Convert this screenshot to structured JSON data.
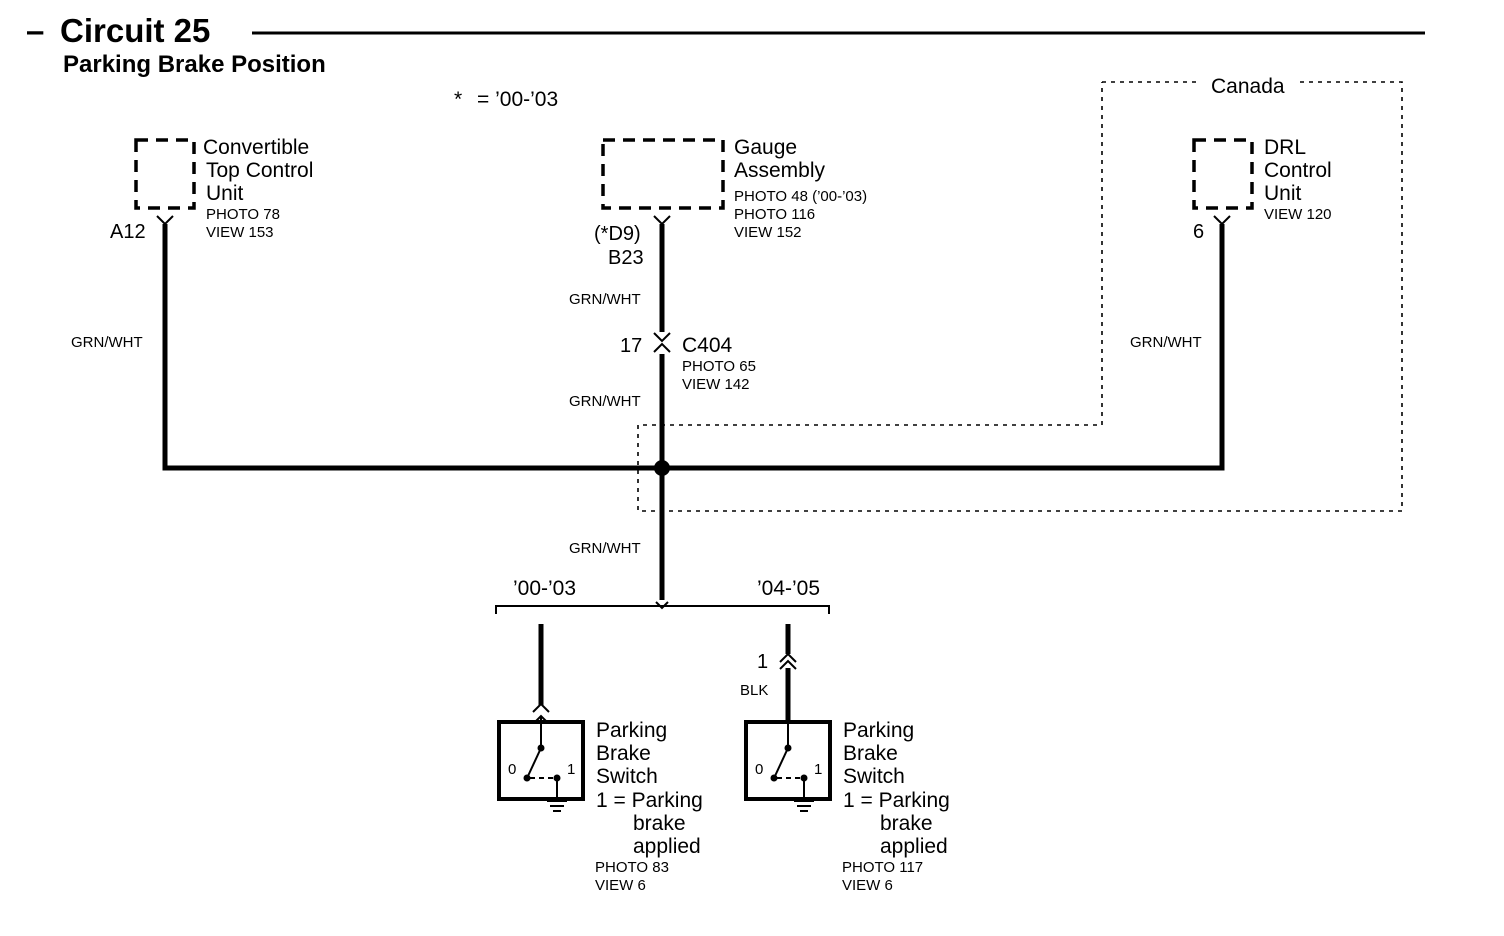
{
  "header": {
    "dash": "–",
    "title": "Circuit 25",
    "subtitle": "Parking Brake Position"
  },
  "note": {
    "star": "*",
    "text": "=  ’00-’03"
  },
  "region": {
    "label": "Canada"
  },
  "components": {
    "convertible": {
      "name_lines": [
        "Convertible",
        "Top Control",
        "Unit"
      ],
      "refs": [
        "PHOTO 78",
        "VIEW 153"
      ],
      "pin": "A12"
    },
    "gauge": {
      "name_lines": [
        "Gauge",
        "Assembly"
      ],
      "refs": [
        "PHOTO 48 (’00-’03)",
        "PHOTO 116",
        "VIEW 152"
      ],
      "pin_alt": "(*D9)",
      "pin": "B23"
    },
    "drl": {
      "name_lines": [
        "DRL",
        "Control",
        "Unit"
      ],
      "refs": [
        "VIEW 120"
      ],
      "pin": "6"
    },
    "connector_c404": {
      "pin": "17",
      "name": "C404",
      "refs": [
        "PHOTO 65",
        "VIEW 142"
      ]
    },
    "switch_left": {
      "name_lines": [
        "Parking",
        "Brake",
        "Switch",
        "1 = Parking",
        "brake",
        "applied"
      ],
      "refs": [
        "PHOTO 83",
        "VIEW 6"
      ],
      "pos0": "0",
      "pos1": "1"
    },
    "switch_right": {
      "name_lines": [
        "Parking",
        "Brake",
        "Switch",
        "1 = Parking",
        "brake",
        "applied"
      ],
      "refs": [
        "PHOTO 117",
        "VIEW 6"
      ],
      "pos0": "0",
      "pos1": "1",
      "pin": "1",
      "wire": "BLK"
    }
  },
  "wires": {
    "gauge_upper": "GRN/WHT",
    "convertible": "GRN/WHT",
    "gauge_lower": "GRN/WHT",
    "drl": "GRN/WHT",
    "switch_feed": "GRN/WHT"
  },
  "variants": {
    "left": "’00-’03",
    "right": "’04-’05"
  }
}
